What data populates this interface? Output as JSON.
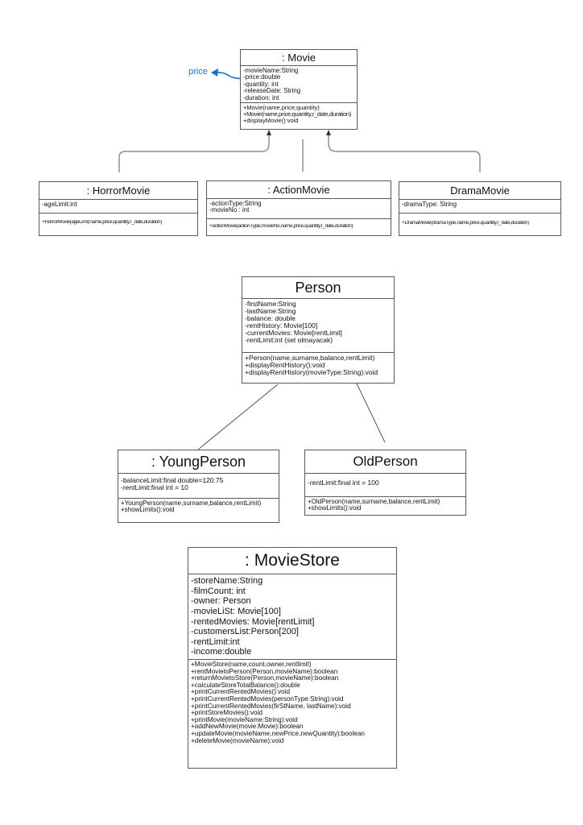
{
  "annotation": {
    "text": "price",
    "color": "#1f6fc2"
  },
  "classes": {
    "movie": {
      "name": ": Movie",
      "attributes": [
        "-movieName:String",
        "-price:double",
        "-quantity: int",
        "-releaseDate: String",
        "-duration: int"
      ],
      "methods": [
        "+Movie(name,price,quantity)",
        "+Movie(name,price,quantity,r_date,duration)",
        "+displayMovie():void"
      ]
    },
    "horror_movie": {
      "name": ": HorrorMovie",
      "attributes": [
        "-ageLimit:int"
      ],
      "methods": [
        "+HorrorMovie(ageLimit,name,price,quantity,r_date,duration)"
      ]
    },
    "action_movie": {
      "name": ": ActionMovie",
      "attributes": [
        "-actionType:String",
        "-movieNo : int"
      ],
      "methods": [
        "+actionMovie(actionType,movieNo,name,price,quantity,r_date,duration)"
      ]
    },
    "drama_movie": {
      "name": "DramaMovie",
      "attributes": [
        "-dramaType: String"
      ],
      "methods": [
        "+DramaMovie(dramaType,name,price,quantity,r_date,duration)"
      ]
    },
    "person": {
      "name": "Person",
      "attributes": [
        "-firstName:String",
        "-lastName:String",
        "-balance: double",
        "-rentHistory: Movie[100]",
        "-currentMovies: Movie[rentLimit]",
        "-rentLimit:int (set olmayacak)"
      ],
      "methods": [
        "+Person(name,surname,balance,rentLimit)",
        "+displayRentHistory():void",
        "+displayRentHistory(movieType:String):void"
      ]
    },
    "young_person": {
      "name": ": YoungPerson",
      "attributes": [
        "-balanceLimit:final double=120.75",
        "-rentLimit:final int = 10"
      ],
      "methods": [
        "+YoungPerson(name,surname,balance,rentLimit)",
        "+showLimits():void"
      ]
    },
    "old_person": {
      "name": "OldPerson",
      "attributes": [
        "-rentLimit:final int = 100"
      ],
      "methods": [
        "+OldPerson(name,surname,balance,rentLimit)",
        "+showLimits():void"
      ]
    },
    "movie_store": {
      "name": ": MovieStore",
      "attributes": [
        "-storeName:String",
        "-filmCount: int",
        "-owner: Person",
        "-movieLiSt: Movie[100]",
        "-rentedMovies: Movie[rentLimit]",
        "-customersList:Person[200]",
        "-rentLimit:int",
        "-income:double"
      ],
      "methods": [
        "+MovieStore(name,count,owner,rentlimit)",
        "+rentMovietoPerson(Person,movieName):boolean",
        "+returnMovietoStore(Person,movieName):boolean",
        "+calculateStoreTotalBalance():double",
        "+printCurrentRentedMovies():void",
        "+printCurrentRentedMovies(personType:String):void",
        "+printCurrentRentedMovies(firStName, lastName):void",
        "+printStoreMovies():void",
        "+printMovie(movieName:String):void",
        "+addNewMovie(movie:Movie):boolean",
        "+updateMovie(movieName,newPrice,newQuantity):boolean",
        "+deleteMovie(movieName):void"
      ]
    }
  }
}
